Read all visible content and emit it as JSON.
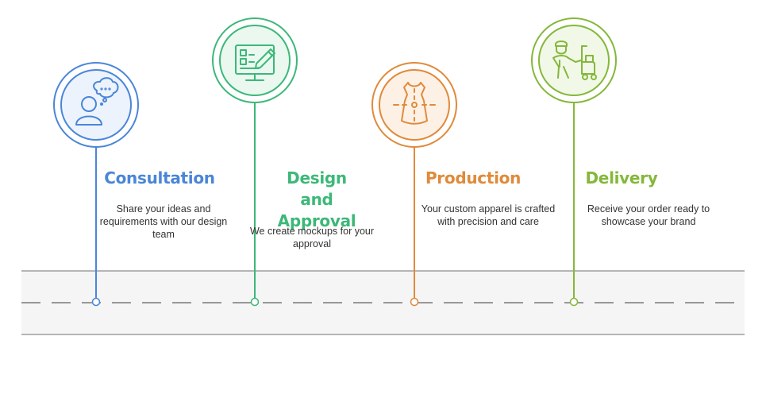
{
  "colors": {
    "blue": "#4a86d8",
    "green": "#3cb878",
    "orange": "#e08a3a",
    "lime": "#84b83a",
    "road_fill": "#f5f5f5",
    "road_edge": "#9e9e9e",
    "road_dash": "#7a7a7a"
  },
  "steps": [
    {
      "title": "Consultation",
      "description": "Share your ideas and requirements with our design team",
      "icon": "consultation-person-chat-icon",
      "color": "#4a86d8",
      "fill": "#edf3fc"
    },
    {
      "title": "Design and Approval",
      "description": "We create mockups for your approval",
      "icon": "monitor-design-pencil-icon",
      "color": "#3cb878",
      "fill": "#eaf8f0"
    },
    {
      "title": "Production",
      "description": "Your custom apparel is crafted with precision and care",
      "icon": "dress-mannequin-icon",
      "color": "#e08a3a",
      "fill": "#fdf1e6"
    },
    {
      "title": "Delivery",
      "description": "Receive your order ready to showcase your brand",
      "icon": "delivery-worker-cart-icon",
      "color": "#84b83a",
      "fill": "#f2f8e8"
    }
  ]
}
